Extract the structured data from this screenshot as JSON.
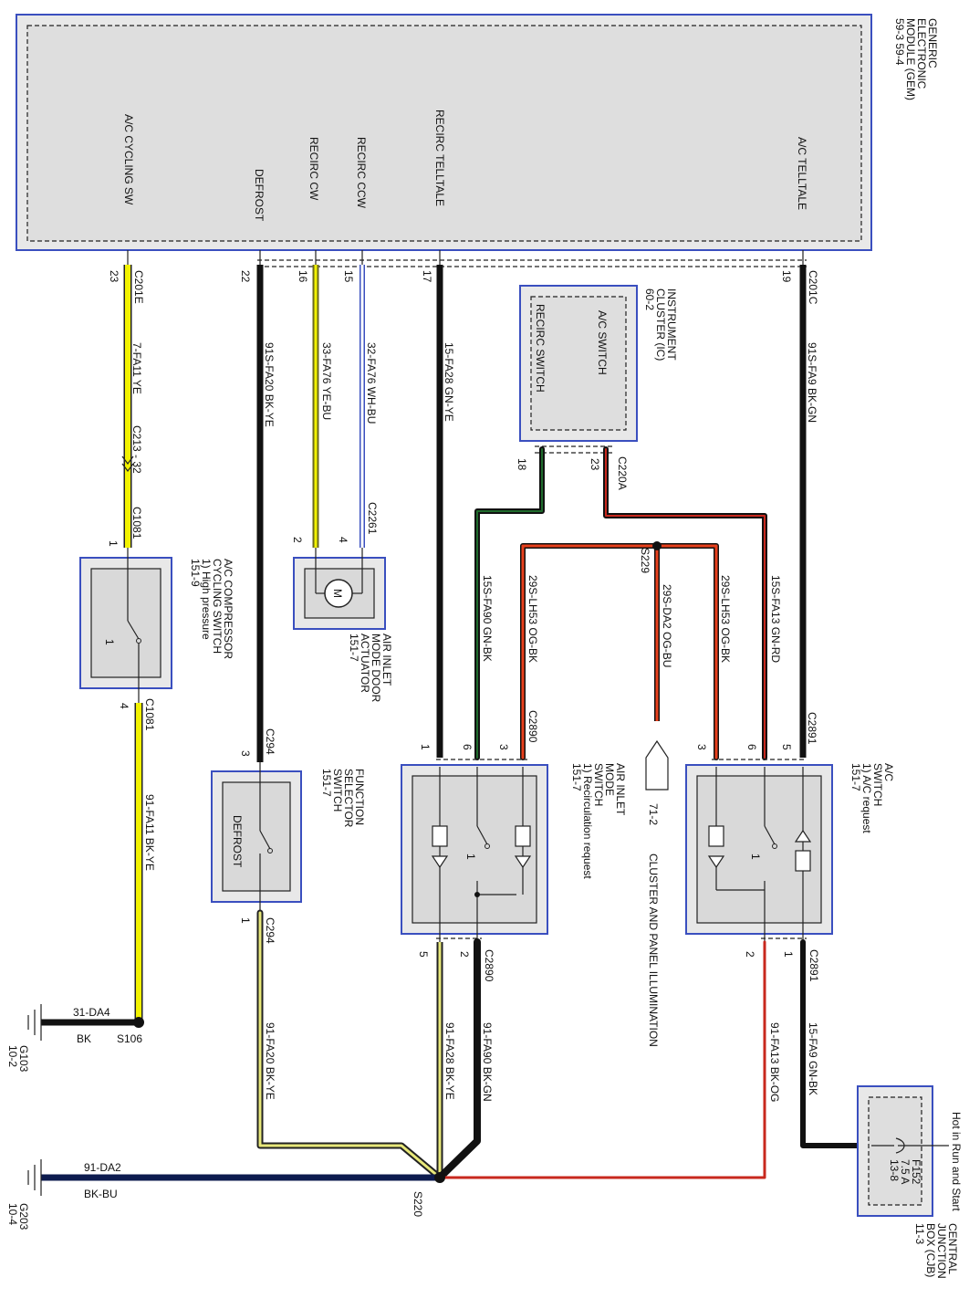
{
  "modules": {
    "gem": {
      "name": [
        "GENERIC",
        "ELECTRONIC",
        "MODULE (GEM)"
      ],
      "refs": "59-3   59-4",
      "pins": [
        {
          "label": "A/C CYCLING SW",
          "connector": "C201E",
          "pin": "23"
        },
        {
          "label": "DEFROST",
          "connector": "",
          "pin": "22"
        },
        {
          "label": "RECIRC CW",
          "connector": "",
          "pin": "16"
        },
        {
          "label": "RECIRC CCW",
          "connector": "",
          "pin": "15"
        },
        {
          "label": "RECIRC TELLTALE",
          "connector": "",
          "pin": "17"
        },
        {
          "label": "A/C TELLTALE",
          "connector": "C201C",
          "pin": "19"
        }
      ]
    },
    "ic": {
      "name": [
        "INSTRUMENT",
        "CLUSTER (IC)",
        "60-2"
      ],
      "items": [
        "A/C SWITCH",
        "RECIRC SWITCH"
      ],
      "connector": "C220A",
      "pin_recirc": "18",
      "pin_ac": "23"
    },
    "compressor_switch": {
      "name": [
        "A/C COMPRESSOR",
        "CYCLING SWITCH",
        "1) High pressure",
        "151-9"
      ],
      "connector": "C1081",
      "pin_top": "1",
      "pin_bottom": "4",
      "pos": "1"
    },
    "actuator": {
      "name": [
        "AIR INLET",
        "MODE DOOR",
        "ACTUATOR",
        "151-7"
      ],
      "connector": "C2261",
      "pin_a": "2",
      "pin_b": "4",
      "motor": "M"
    },
    "function_switch": {
      "name": [
        "FUNCTION",
        "SELECTOR",
        "SWITCH",
        "151-7"
      ],
      "connector": "C294",
      "pin_top": "3",
      "pin_bottom": "1",
      "item": "DEFROST"
    },
    "air_inlet_switch": {
      "name": [
        "AIR INLET",
        "MODE",
        "SWITCH",
        "1) Recirculation request",
        "151-7"
      ],
      "connector": "C2890",
      "pins_top": [
        "1",
        "6",
        "3"
      ],
      "pins_bottom": [
        "5",
        "2"
      ],
      "pos": "1"
    },
    "ac_switch": {
      "name": [
        "A/C",
        "SWITCH",
        "1) A/C request",
        "151-7"
      ],
      "connector": "C2891",
      "pins_top": [
        "3",
        "6",
        "5"
      ],
      "pins_bottom": [
        "2",
        "1"
      ],
      "pos": "1"
    },
    "cjb": {
      "name": [
        "CENTRAL",
        "JUNCTION",
        "BOX (CJB)",
        "11-3"
      ],
      "hot": "Hot in Run and Start",
      "fuse": [
        "F152",
        "7.5 A",
        "13-8"
      ]
    }
  },
  "wires": {
    "ac_cycling": "7-FA11  YE",
    "defrost": "91S-FA20  BK-YE",
    "recirc_cw": "33-FA76  YE-BU",
    "recirc_ccw": "32-FA76  WH-BU",
    "recirc_telltale": "15-FA28  GN-YE",
    "ac_telltale": "91S-FA9  BK-GN",
    "inline_connector": "C213 - 32",
    "inline_connector2": "C1081",
    "ic_recirc": "15S-FA90  GN-BK",
    "ic_ac": "15S-FA13  GN-RD",
    "illum_a": "29S-LH53  OG-BK",
    "illum_b": "29S-LH53  OG-BK",
    "illum_main": "29S-DA2  OG-BU",
    "splice_illum": "S229",
    "illum_ref": "71-2",
    "illum_label": "CLUSTER AND PANEL ILLUMINATION",
    "compressor_ground": "91-FA11  BK-YE",
    "function_ground": "91-FA20  BK-YE",
    "inlet_ground_a": "91-FA28  BK-YE",
    "inlet_ground_b": "91-FA90  BK-GN",
    "ac_ground": "91-FA13  BK-OG",
    "ac_feed": "15-FA9  GN-BK",
    "ground1_wire": "31-DA4",
    "ground1_color": "BK",
    "ground1_splice": "S106",
    "ground1_name": "G103",
    "ground1_ref": "10-2",
    "ground2_wire": "91-DA2",
    "ground2_color": "BK-BU",
    "ground2_splice": "S220",
    "ground2_name": "G203",
    "ground2_ref": "10-4"
  },
  "colors": {
    "border": "#3a4fbf",
    "black": "#111111",
    "yellow": "#f2f200",
    "orange_red": "#e8401c",
    "red": "#c8281e",
    "navy": "#0d1b4f",
    "blue_white": "#8ea7d8",
    "olive": "#6b6a1e"
  }
}
